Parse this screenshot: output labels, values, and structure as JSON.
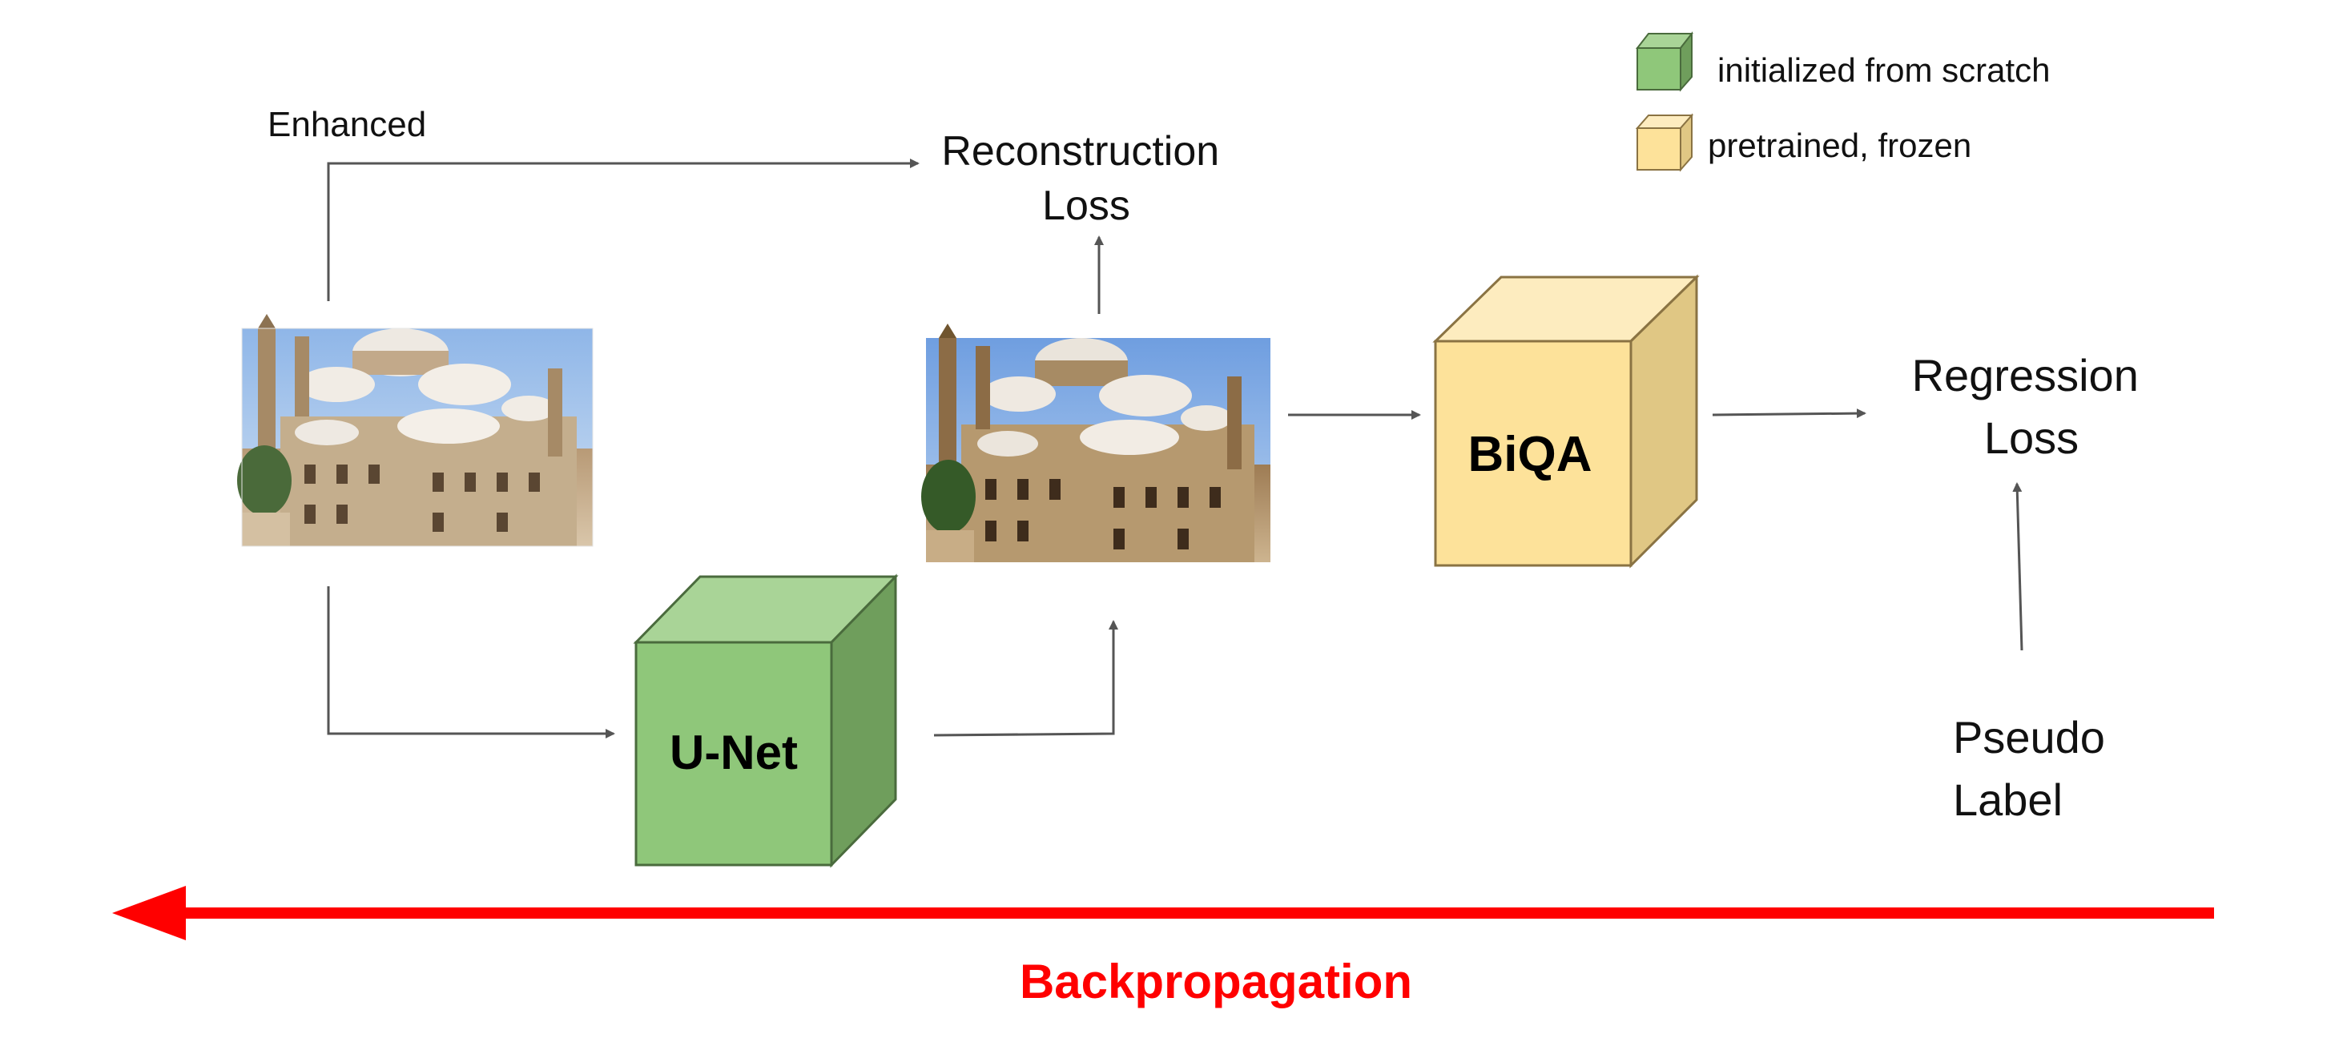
{
  "legend": {
    "items": [
      {
        "label": "initialized from scratch",
        "color": "#8fc77a"
      },
      {
        "label": "pretrained, frozen",
        "color": "#fde29a"
      }
    ]
  },
  "labels": {
    "enhanced": "Enhanced",
    "reconstruction_loss": [
      "Reconstruction",
      "Loss"
    ],
    "regression_loss": [
      "Regression",
      "Loss"
    ],
    "pseudo_label": [
      "Pseudo",
      "Label"
    ],
    "backpropagation": "Backpropagation"
  },
  "blocks": {
    "unet": {
      "label": "U-Net",
      "color": "#8fc77a"
    },
    "biqa": {
      "label": "BiQA",
      "color": "#fde29a"
    }
  },
  "images": {
    "input": "mosque-photo",
    "output": "mosque-photo"
  },
  "colors": {
    "arrow": "#555555",
    "backprop": "#ff0000",
    "text": "#111111"
  }
}
